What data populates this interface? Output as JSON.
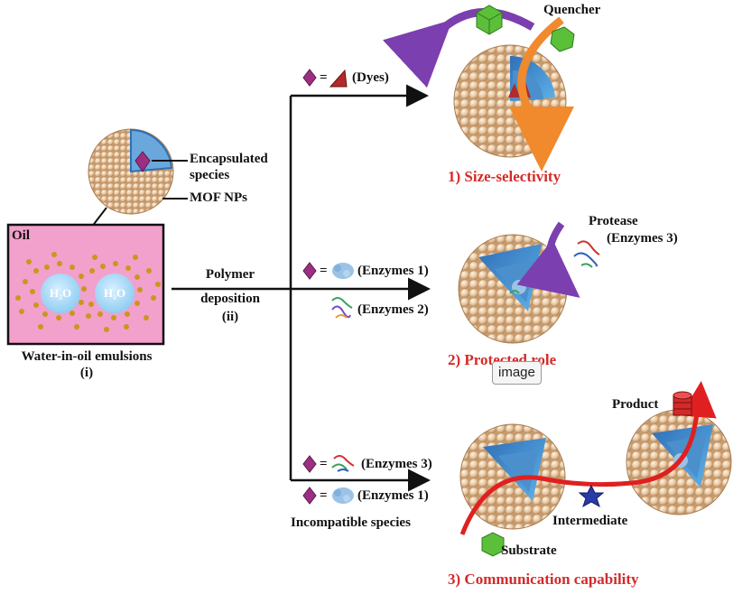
{
  "left": {
    "encapsulated": "Encapsulated",
    "species": "species",
    "mof_nps": "MOF NPs",
    "oil": "Oil",
    "h2o_1": "H₂O",
    "h2o_2": "H₂O",
    "emulsions": "Water-in-oil emulsions",
    "step_i": "(i)"
  },
  "middle": {
    "polymer": "Polymer",
    "deposition": "deposition",
    "step_ii": "(ii)",
    "equals": "=",
    "dyes": "(Dyes)",
    "enzymes1_a": "(Enzymes 1)",
    "enzymes2": "(Enzymes 2)",
    "enzymes3": "(Enzymes 3)",
    "enzymes1_b": "(Enzymes 1)",
    "incompatible": "Incompatible species"
  },
  "right": {
    "quencher": "Quencher",
    "size_selectivity": "1) Size-selectivity",
    "protease": "Protease",
    "protease_enzyme": "(Enzymes 3)",
    "protected_role": "2) Protected role",
    "product": "Product",
    "intermediate": "Intermediate",
    "substrate": "Substrate",
    "communication": "3) Communication capability"
  },
  "overlay": {
    "image_badge": "image"
  },
  "colors": {
    "oil_pink": "#f2a0cc",
    "mof_bead": "#e8c7a2",
    "shell_blue": "#3f8fd0",
    "highlight_red": "#d42a2a",
    "arrow_purple": "#7b3fb0",
    "arrow_orange": "#f08a2c",
    "quencher_green": "#5cbf3a",
    "diamond_purple": "#9c2f82"
  }
}
